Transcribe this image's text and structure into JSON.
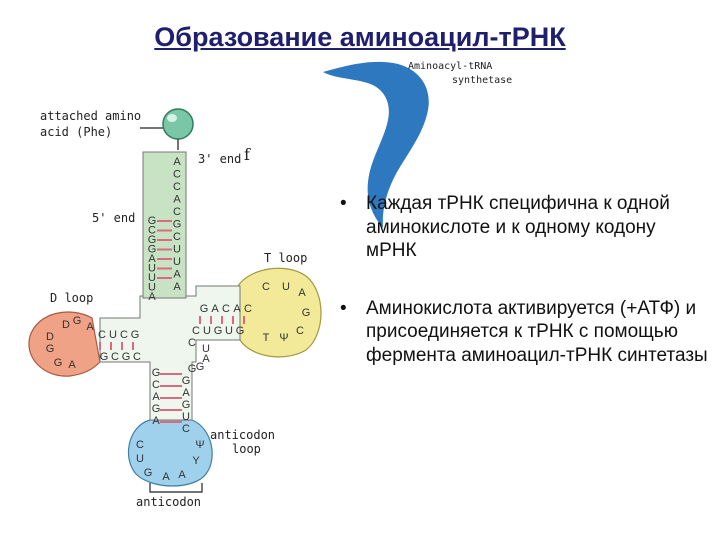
{
  "title": "Образование аминоацил-тРНК",
  "enzyme": {
    "line1": "Aminoacyl-tRNA",
    "line2": "synthetase"
  },
  "labels": {
    "attached_amino_line1": "attached amino",
    "attached_amino_line2": "acid (Phe)",
    "three_prime_end": "3' end",
    "five_prime_end": "5' end",
    "t_loop": "T loop",
    "d_loop": "D loop",
    "anticodon_loop_line1": "anticodon",
    "anticodon_loop_line2": "loop",
    "anticodon": "anticodon"
  },
  "sequences": {
    "acceptor_3prime": [
      "A",
      "C",
      "C",
      "A",
      "C",
      "G",
      "C",
      "U",
      "U",
      "A",
      "A"
    ],
    "acceptor_5prime": [
      "G",
      "C",
      "G",
      "G",
      "A",
      "U",
      "U",
      "U",
      "A"
    ],
    "t_arm_top": [
      "G",
      "A",
      "C",
      "A",
      "C"
    ],
    "t_arm_bottom": [
      "C",
      "U",
      "G",
      "U",
      "G"
    ],
    "t_loop": [
      "C",
      "U",
      "A",
      "G",
      "C",
      "Ψ",
      "T"
    ],
    "d_arm_top": [
      "C",
      "U",
      "C",
      "G"
    ],
    "d_arm_bottom": [
      "G",
      "C",
      "G",
      "C"
    ],
    "d_loop": [
      "D",
      "G",
      "A",
      "D",
      "G",
      "G",
      "A"
    ],
    "anticodon_arm_left": [
      "G",
      "C",
      "A",
      "G",
      "A"
    ],
    "anticodon_arm_right": [
      "G",
      "A",
      "G",
      "U",
      "C"
    ],
    "anticodon_loop": [
      "C",
      "U",
      "G",
      "A",
      "A",
      "Y",
      "Ψ"
    ],
    "variable_loop": [
      "C",
      "U",
      "A",
      "G",
      "G"
    ]
  },
  "bullets": [
    "Каждая тРНК специфична к одной аминокислоте и к одному кодону мРНК",
    "Аминокислота активируется (+АТФ) и присоединяется к тРНК с помощью фермента аминоацил-тРНК синтетазы"
  ],
  "bullet_symbol": "•",
  "colors": {
    "title": "#1f1f6e",
    "enzyme": "#2e78c0",
    "amino_acid": "#79c7a7",
    "acceptor_stem": "#c8e2c4",
    "t_loop": "#f2ea98",
    "d_loop": "#f0a286",
    "anticodon_loop": "#9fd0ec",
    "base_pairs": "#d96a80"
  }
}
